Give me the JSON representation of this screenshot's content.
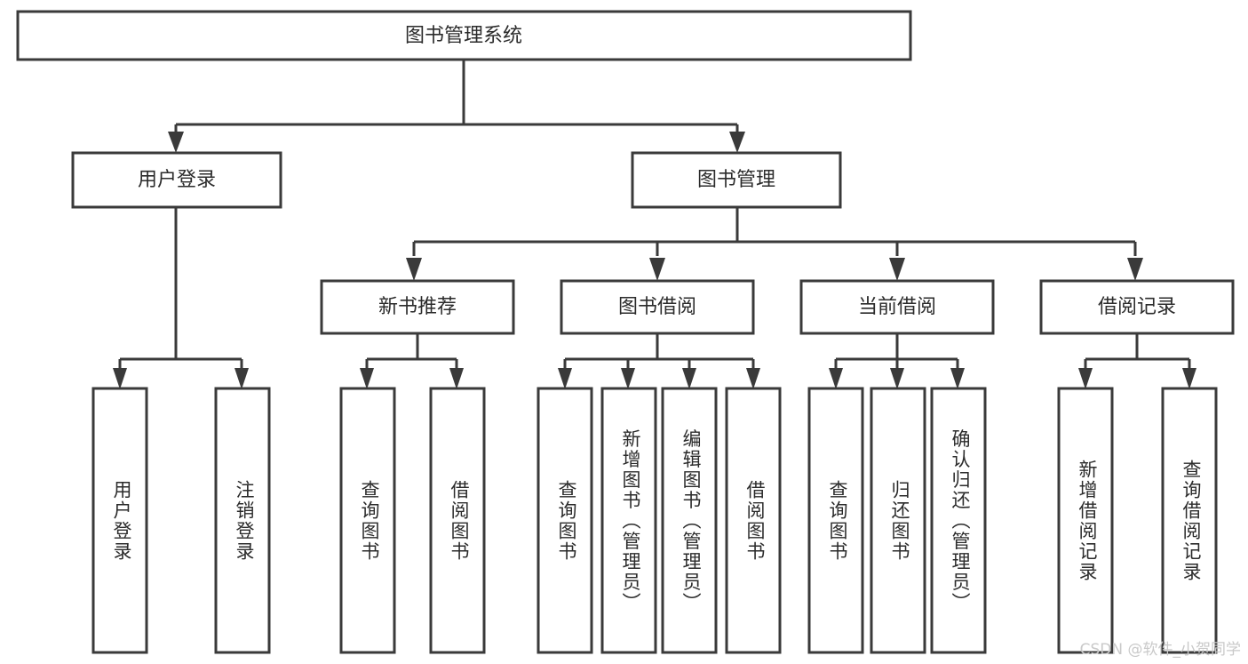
{
  "diagram": {
    "title": "图书管理系统",
    "type": "tree-hierarchy-chart",
    "root": {
      "id": "root",
      "label": "图书管理系统",
      "orientation": "horizontal"
    },
    "level2": [
      {
        "id": "user-login",
        "label": "用户登录",
        "orientation": "horizontal"
      },
      {
        "id": "book-manage",
        "label": "图书管理",
        "orientation": "horizontal"
      }
    ],
    "level3": [
      {
        "id": "new-book-recommend",
        "label": "新书推荐",
        "parent": "book-manage",
        "orientation": "horizontal"
      },
      {
        "id": "book-borrow",
        "label": "图书借阅",
        "parent": "book-manage",
        "orientation": "horizontal"
      },
      {
        "id": "current-borrow",
        "label": "当前借阅",
        "parent": "book-manage",
        "orientation": "horizontal"
      },
      {
        "id": "borrow-record",
        "label": "借阅记录",
        "parent": "book-manage",
        "orientation": "horizontal"
      }
    ],
    "leaves": [
      {
        "id": "leaf-user-login",
        "label": "用户登录",
        "parent": "user-login",
        "orientation": "vertical"
      },
      {
        "id": "leaf-user-logout",
        "label": "注销登录",
        "parent": "user-login",
        "orientation": "vertical"
      },
      {
        "id": "leaf-query-book-1",
        "label": "查询图书",
        "parent": "new-book-recommend",
        "orientation": "vertical"
      },
      {
        "id": "leaf-borrow-book-1",
        "label": "借阅图书",
        "parent": "new-book-recommend",
        "orientation": "vertical"
      },
      {
        "id": "leaf-query-book-2",
        "label": "查询图书",
        "parent": "book-borrow",
        "orientation": "vertical"
      },
      {
        "id": "leaf-add-book",
        "label": "新增图书（管理员）",
        "parent": "book-borrow",
        "orientation": "vertical"
      },
      {
        "id": "leaf-edit-book",
        "label": "编辑图书（管理员）",
        "parent": "book-borrow",
        "orientation": "vertical"
      },
      {
        "id": "leaf-borrow-book-2",
        "label": "借阅图书",
        "parent": "book-borrow",
        "orientation": "vertical"
      },
      {
        "id": "leaf-query-book-3",
        "label": "查询图书",
        "parent": "current-borrow",
        "orientation": "vertical"
      },
      {
        "id": "leaf-return-book",
        "label": "归还图书",
        "parent": "current-borrow",
        "orientation": "vertical"
      },
      {
        "id": "leaf-confirm-return",
        "label": "确认归还（管理员）",
        "parent": "current-borrow",
        "orientation": "vertical"
      },
      {
        "id": "leaf-add-record",
        "label": "新增借阅记录",
        "parent": "borrow-record",
        "orientation": "vertical"
      },
      {
        "id": "leaf-query-record",
        "label": "查询借阅记录",
        "parent": "borrow-record",
        "orientation": "vertical"
      }
    ],
    "colors": {
      "box_fill": "#ffffff",
      "box_stroke": "#3a3a3a",
      "text": "#2b2b2b",
      "background": "#ffffff",
      "watermark": "#c9c9c9"
    }
  },
  "watermark": {
    "text": "CSDN @软件_小贺同学"
  }
}
